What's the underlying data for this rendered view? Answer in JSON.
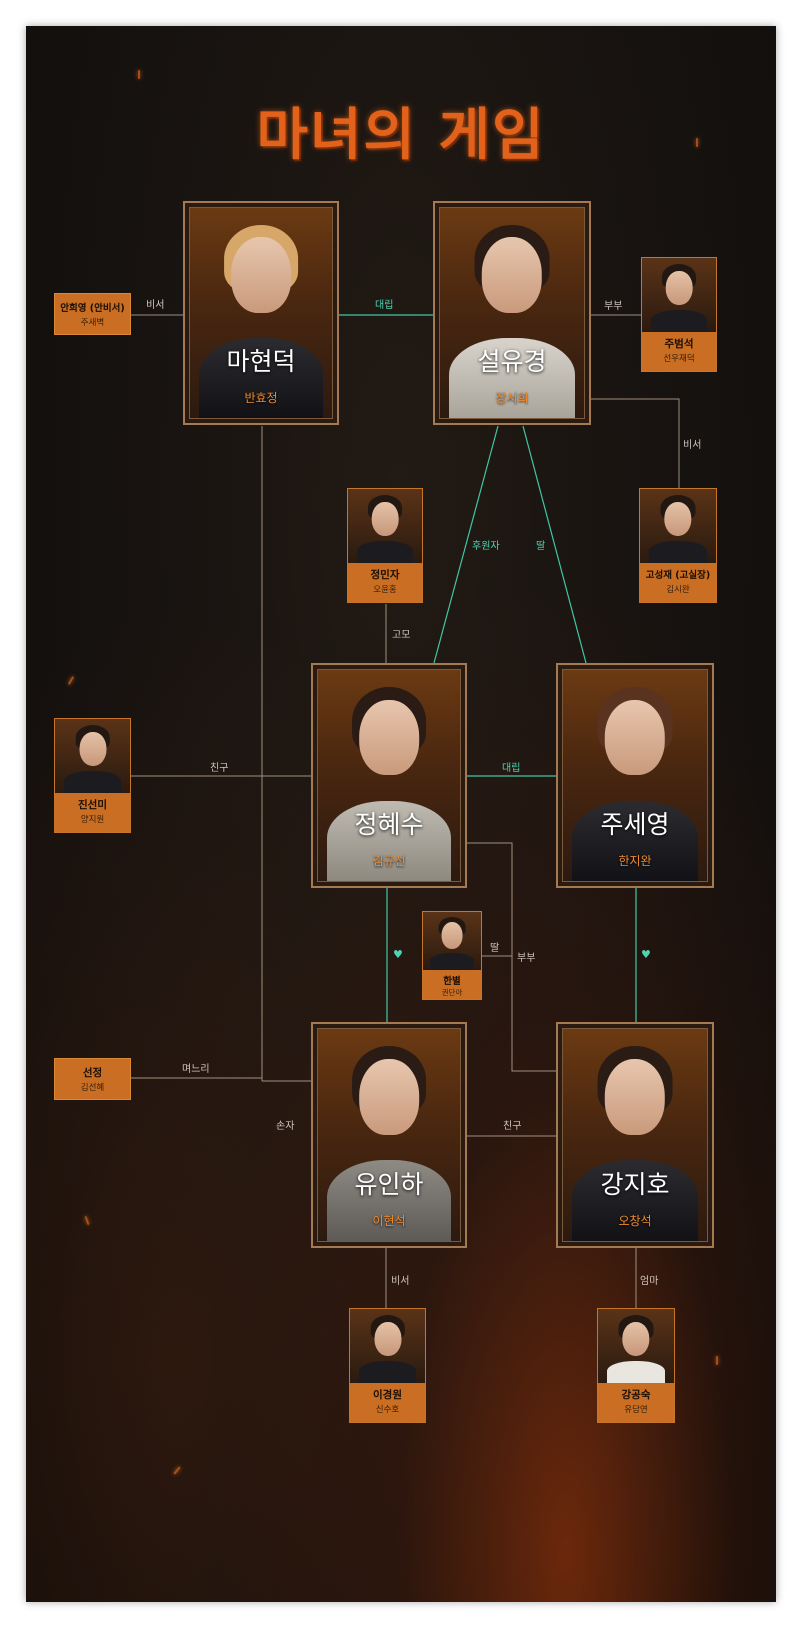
{
  "title": "마녀의 게임",
  "main_characters": {
    "ma_hyeondeok": {
      "name": "마현덕",
      "actor": "반효정"
    },
    "seol_yugyeong": {
      "name": "설유경",
      "actor": "장서희"
    },
    "jeong_hyesu": {
      "name": "정혜수",
      "actor": "김규선"
    },
    "ju_seyeong": {
      "name": "주세영",
      "actor": "한지완"
    },
    "yu_inha": {
      "name": "유인하",
      "actor": "이현석"
    },
    "kang_jiho": {
      "name": "강지호",
      "actor": "오창석"
    }
  },
  "supporting": {
    "an_huiyeong": {
      "name": "안희영 (안비서)",
      "actor": "주새벽"
    },
    "ju_beomseok": {
      "name": "주범석",
      "actor": "선우재덕"
    },
    "jeong_minja": {
      "name": "정민자",
      "actor": "오윤홍"
    },
    "go_seongjae": {
      "name": "고성재 (고실장)",
      "actor": "김시완"
    },
    "jin_seonmi": {
      "name": "진선미",
      "actor": "양지원"
    },
    "hanbyeol": {
      "name": "한별",
      "actor": "권단아"
    },
    "seonjeong": {
      "name": "선정",
      "actor": "김선혜"
    },
    "lee_gyeongwon": {
      "name": "이경원",
      "actor": "신수호"
    },
    "kang_gongsuk": {
      "name": "강공숙",
      "actor": "유담연"
    }
  },
  "relations": {
    "r_an": "비서",
    "r_daerip1": "대립",
    "r_bubu1": "부부",
    "r_biseo_go": "비서",
    "r_huwonja": "후원자",
    "r_ttal1": "딸",
    "r_gomo": "고모",
    "r_chingu1": "친구",
    "r_daerip2": "대립",
    "r_ttal2": "딸",
    "r_bubu2": "부부",
    "r_myeoneuri": "며느리",
    "r_sonja": "손자",
    "r_chingu2": "친구",
    "r_biseo_lee": "비서",
    "r_eomma": "엄마"
  },
  "heart_symbol": "♥",
  "colors": {
    "accent_orange": "#c96e22",
    "teal": "#4ed3b4",
    "title": "#e2621c"
  }
}
